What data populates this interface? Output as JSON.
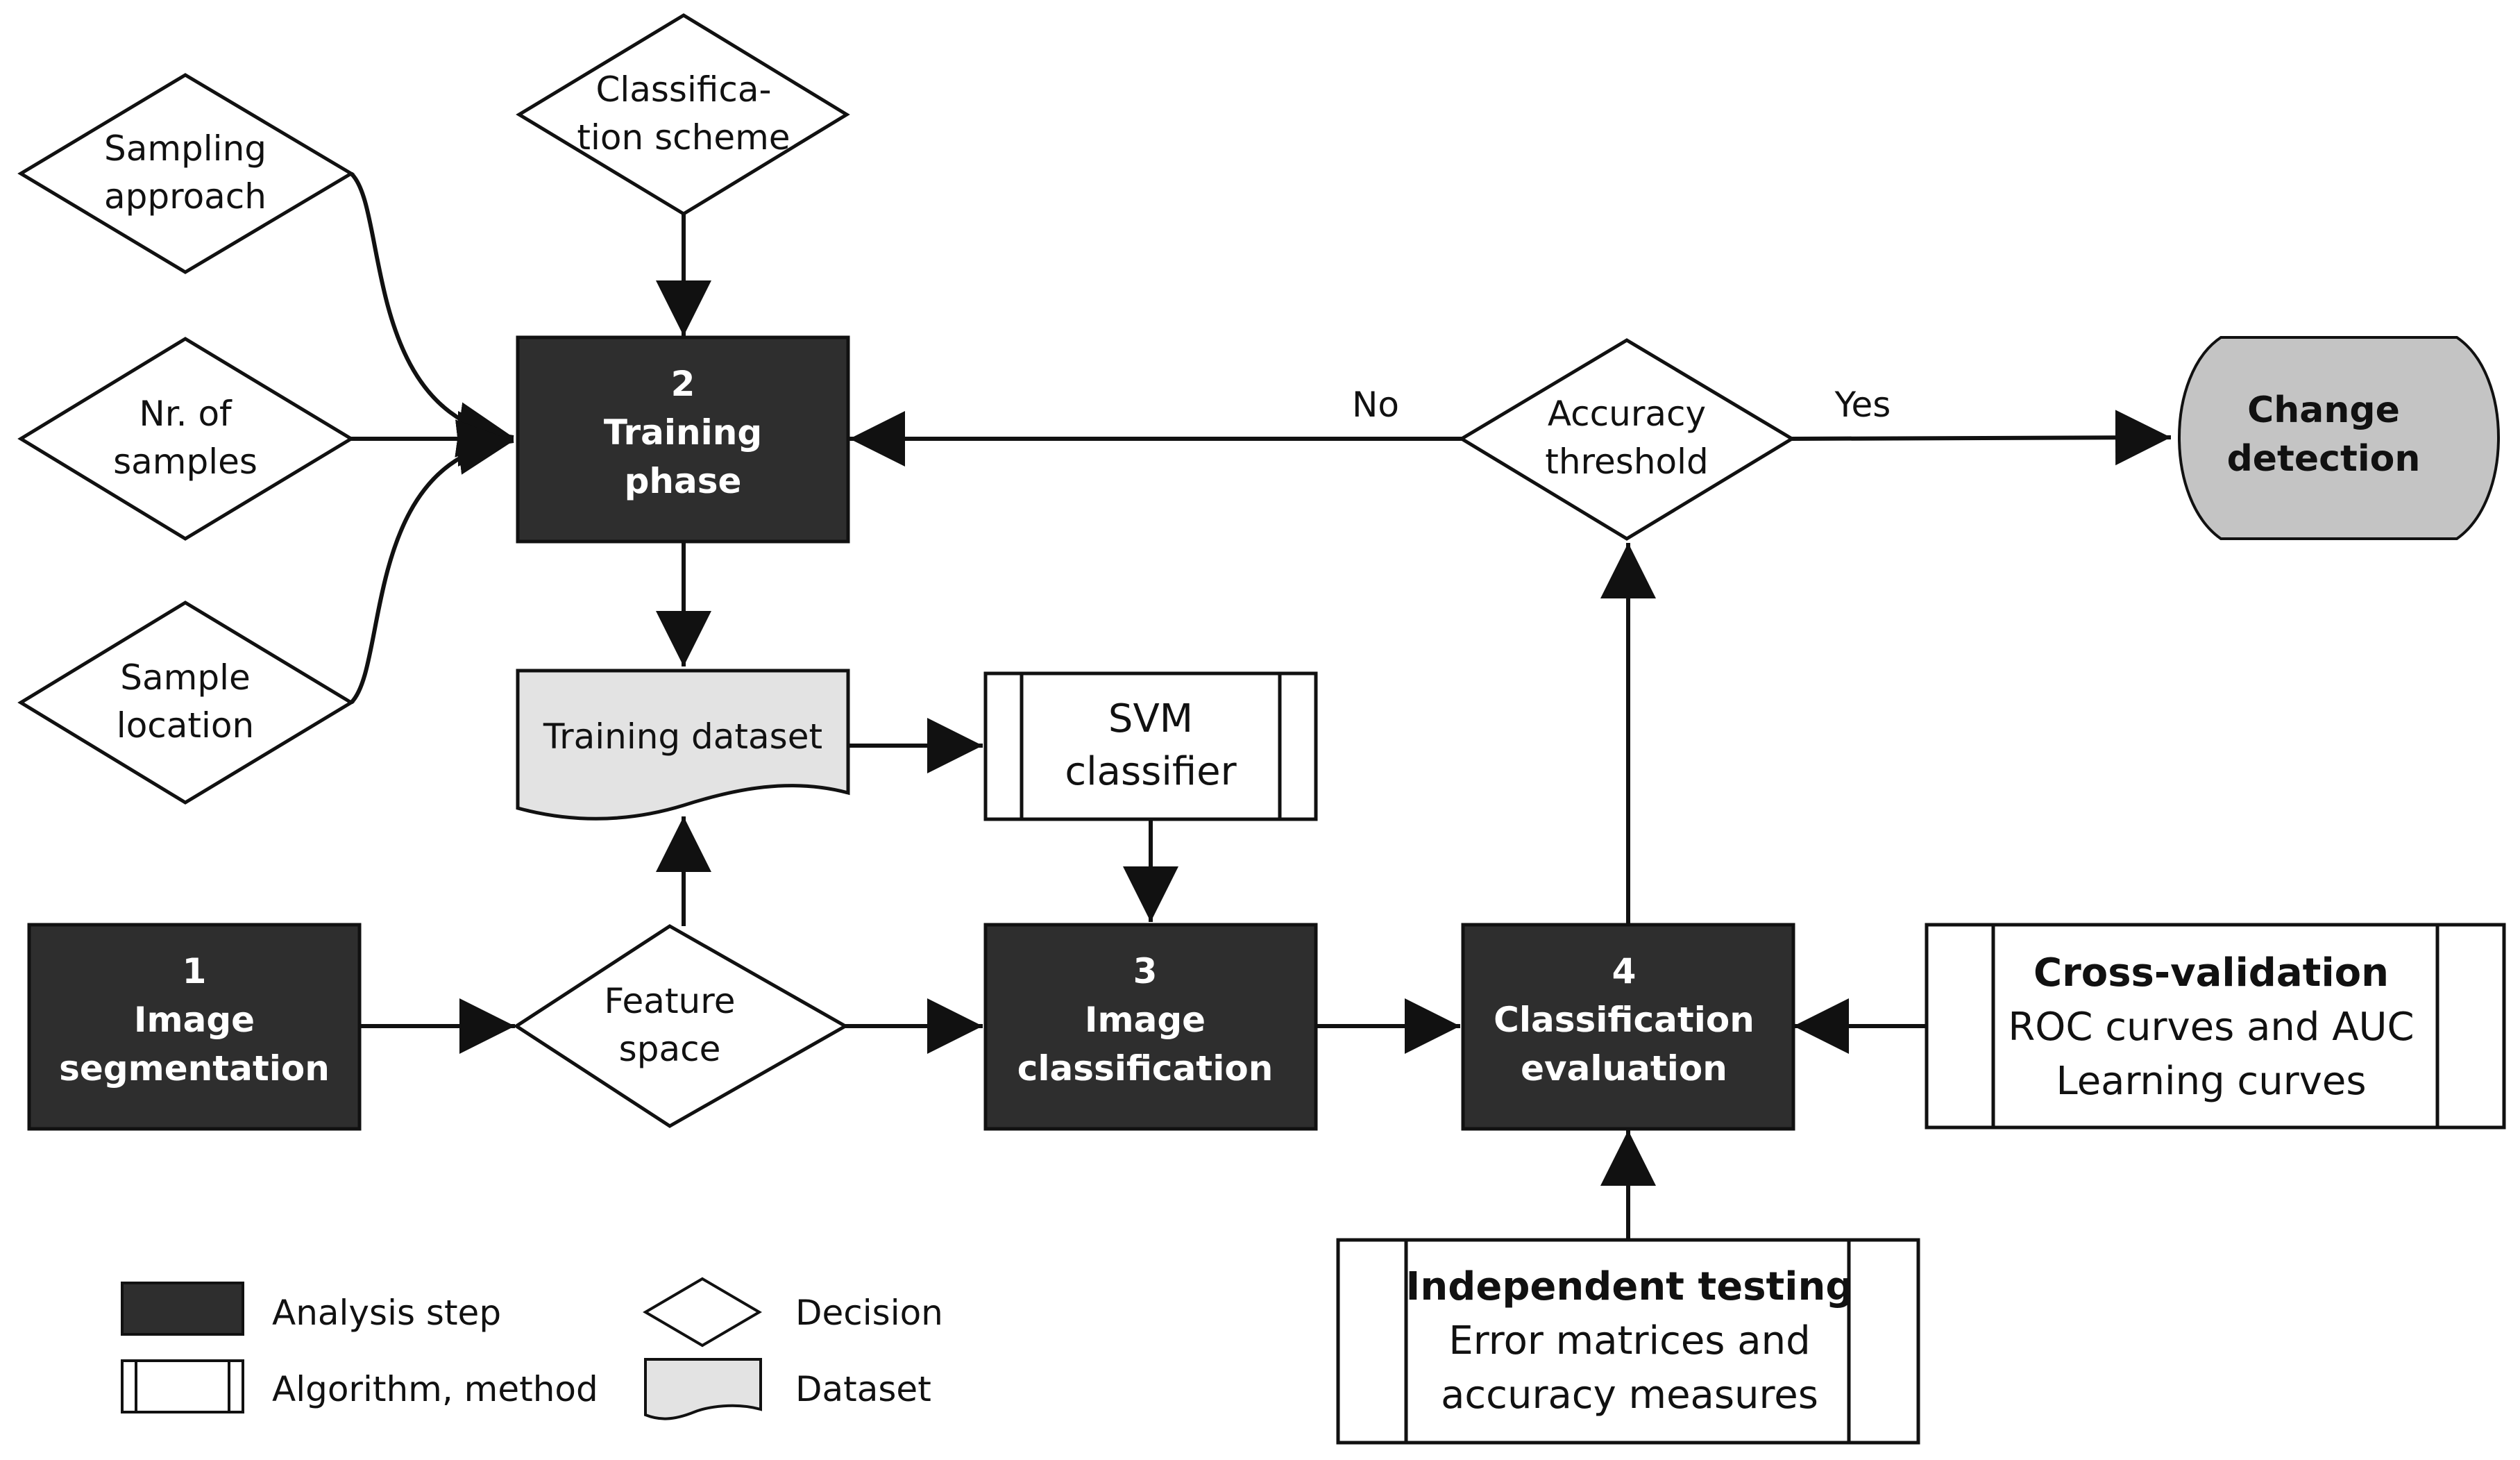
{
  "colors": {
    "analysis_step_fill": "#2e2e2e",
    "dataset_fill": "#e3e3e3",
    "terminal_fill": "#c4c4c4",
    "stroke": "#111111"
  },
  "nodes": {
    "sampling_approach": {
      "line1": "Sampling",
      "line2": "approach"
    },
    "nr_of_samples": {
      "line1": "Nr. of",
      "line2": "samples"
    },
    "sample_location": {
      "line1": "Sample",
      "line2": "location"
    },
    "classification_scheme": {
      "line1": "Classifica-",
      "line2": "tion scheme"
    },
    "training_phase": {
      "number": "2",
      "line1": "Training",
      "line2": "phase"
    },
    "training_dataset": {
      "label": "Training dataset"
    },
    "svm_classifier": {
      "line1": "SVM",
      "line2": "classifier"
    },
    "image_segmentation": {
      "number": "1",
      "line1": "Image",
      "line2": "segmentation"
    },
    "feature_space": {
      "line1": "Feature",
      "line2": "space"
    },
    "image_classification": {
      "number": "3",
      "line1": "Image",
      "line2": "classification"
    },
    "classification_evaluation": {
      "number": "4",
      "line1": "Classification",
      "line2": "evaluation"
    },
    "accuracy_threshold": {
      "line1": "Accuracy",
      "line2": "threshold"
    },
    "change_detection": {
      "line1": "Change",
      "line2": "detection"
    },
    "cross_validation": {
      "title": "Cross-validation",
      "line1": "ROC curves and AUC",
      "line2": "Learning curves"
    },
    "independent_testing": {
      "title": "Independent testing",
      "line1": "Error matrices and",
      "line2": "accuracy measures"
    }
  },
  "edge_labels": {
    "no": "No",
    "yes": "Yes"
  },
  "legend": {
    "analysis_step": "Analysis step",
    "algorithm_method": "Algorithm, method",
    "decision": "Decision",
    "dataset": "Dataset"
  }
}
